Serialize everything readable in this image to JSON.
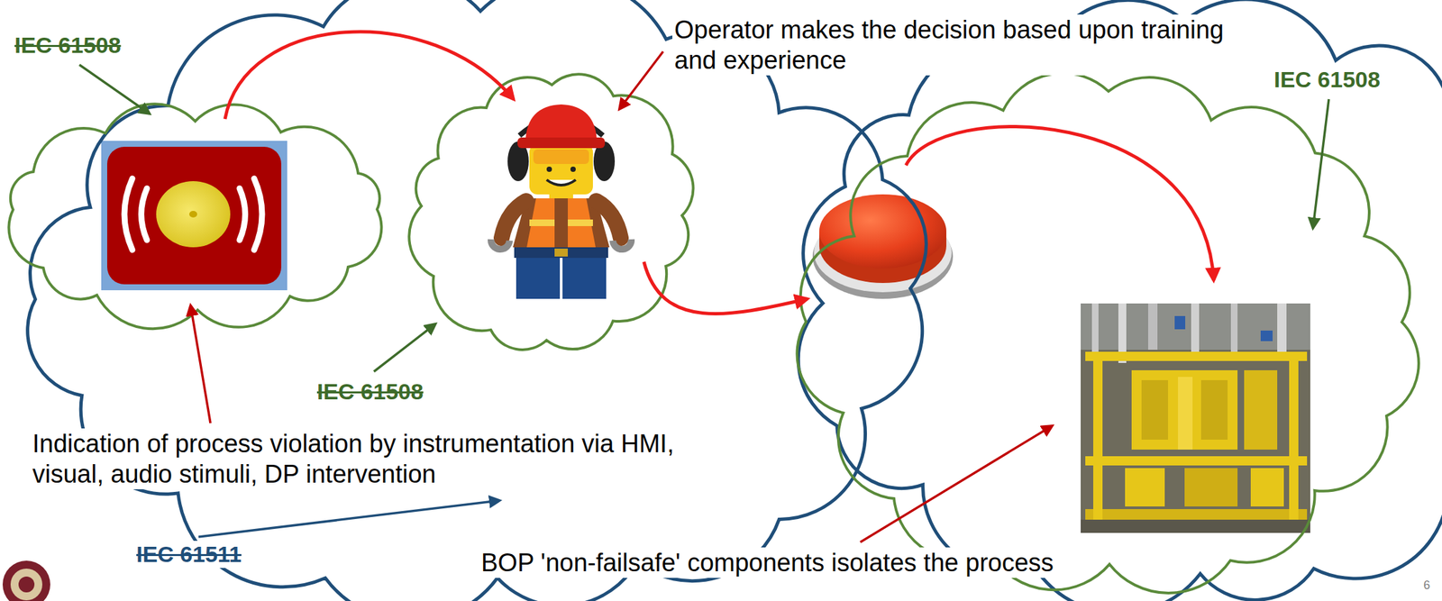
{
  "diagram": {
    "labels": [
      "IEC 61508",
      "Operator makes the decision based upon training and experience",
      "IEC 61508",
      "IEC 61508",
      "Indication of process violation by instrumentation via HMI, visual, audio stimuli, DP intervention",
      "IEC 61511",
      "BOP 'non-failsafe' components isolates the process",
      "6"
    ]
  }
}
